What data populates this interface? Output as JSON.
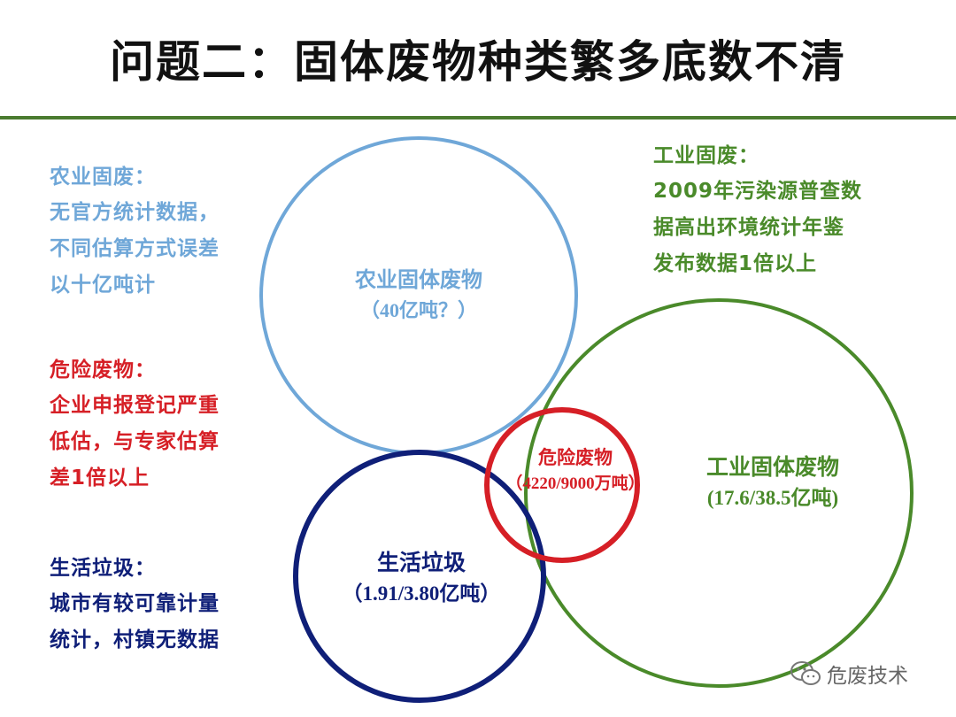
{
  "title": "问题二：固体废物种类繁多底数不清",
  "colors": {
    "agriculture": "#6fa7d8",
    "industrial": "#4a8a2a",
    "hazardous": "#d61f26",
    "municipal": "#0f1f78",
    "rule": "#4a7b2f"
  },
  "notes": {
    "agriculture": {
      "title": "农业固废：",
      "body": "无官方统计数据，\n不同估算方式误差\n以十亿吨计"
    },
    "hazardous": {
      "title": "危险废物：",
      "body": "企业申报登记严重\n低估，与专家估算\n差1倍以上"
    },
    "municipal": {
      "title": "生活垃圾：",
      "body": "城市有较可靠计量\n统计，村镇无数据"
    },
    "industrial": {
      "title": "工业固废：",
      "body": "2009年污染源普查数\n据高出环境统计年鉴\n发布数据1倍以上"
    }
  },
  "circles": {
    "agriculture": {
      "name": "农业固体废物",
      "amount": "（40亿吨？）"
    },
    "hazardous": {
      "name": "危险废物",
      "amount": "（4220/9000万吨）"
    },
    "industrial": {
      "name": "工业固体废物",
      "amount": "(17.6/38.5亿吨)"
    },
    "municipal": {
      "name": "生活垃圾",
      "amount": "（1.91/3.80亿吨）"
    }
  },
  "watermark": {
    "icon": "wechat-icon",
    "text": "危废技术"
  }
}
